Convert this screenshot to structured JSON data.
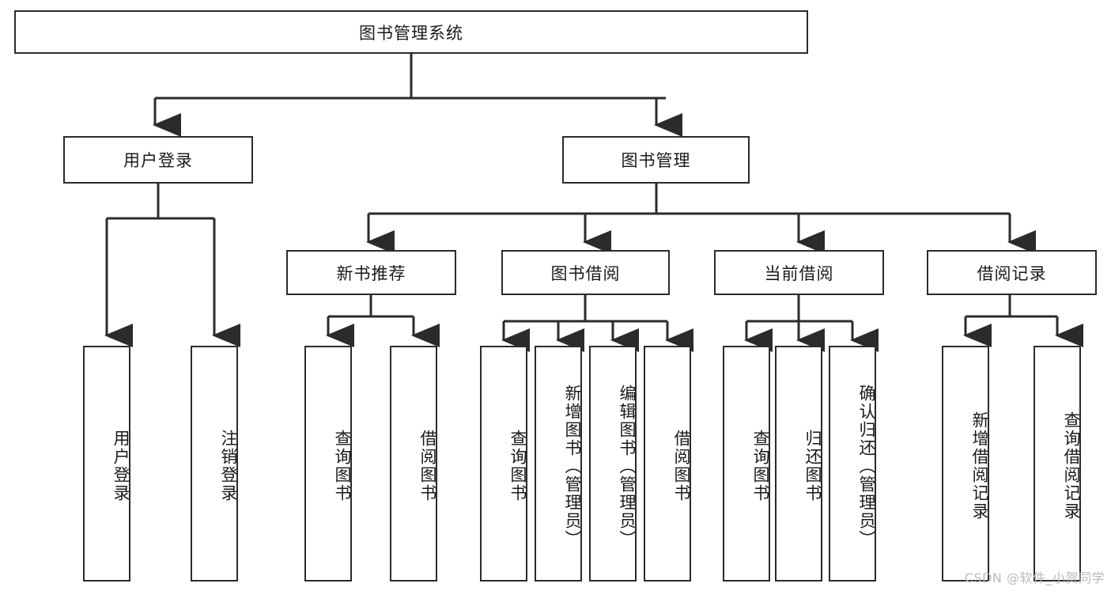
{
  "diagram": {
    "title": "图书管理系统",
    "watermark": "CSDN @软件_小贺同学",
    "colors": {
      "background": "#ffffff",
      "stroke": "#2b2b2b",
      "text": "#1a1a1a",
      "watermark": "#b9b9b9"
    },
    "root": {
      "label": "图书管理系统"
    },
    "level2": [
      {
        "label": "用户登录"
      },
      {
        "label": "图书管理"
      }
    ],
    "level3": [
      {
        "label": "新书推荐"
      },
      {
        "label": "图书借阅"
      },
      {
        "label": "当前借阅"
      },
      {
        "label": "借阅记录"
      }
    ],
    "leaves": {
      "user_login": [
        {
          "label": "用户登录"
        },
        {
          "label": "注销登录"
        }
      ],
      "new_book_recommend": [
        {
          "label": "查询图书"
        },
        {
          "label": "借阅图书"
        }
      ],
      "book_borrow": [
        {
          "label": "查询图书"
        },
        {
          "label": "新增图书（管理员）"
        },
        {
          "label": "编辑图书（管理员）"
        },
        {
          "label": "借阅图书"
        }
      ],
      "current_borrow": [
        {
          "label": "查询图书"
        },
        {
          "label": "归还图书"
        },
        {
          "label": "确认归还（管理员）"
        }
      ],
      "borrow_record": [
        {
          "label": "新增借阅记录"
        },
        {
          "label": "查询借阅记录"
        }
      ]
    }
  }
}
